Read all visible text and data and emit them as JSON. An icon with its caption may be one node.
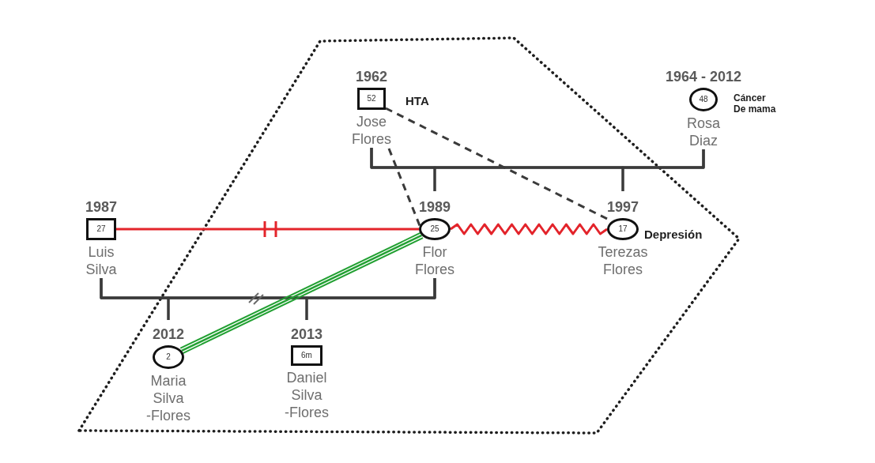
{
  "diagram": {
    "nodes": [
      {
        "text": [
          "1962",
          "52",
          "Jose Flores"
        ],
        "beside": [
          "HTA"
        ]
      },
      {
        "text": [
          "1964 - 2012",
          "48",
          "Rosa Diaz"
        ],
        "beside": [
          "Cáncer De mama"
        ]
      },
      {
        "text": [
          "1987",
          "27",
          "Luis Silva"
        ]
      },
      {
        "text": [
          "1989",
          "25",
          "Flor Flores"
        ]
      },
      {
        "text": [
          "1997",
          "17",
          "Terezas Flores"
        ],
        "beside": [
          "Depresión"
        ]
      },
      {
        "text": [
          "2012",
          "2",
          "Maria Silva -Flores"
        ]
      },
      {
        "text": [
          "2013",
          "6m",
          "Daniel Silva -Flores"
        ]
      }
    ],
    "edges": [
      {
        "from": 0,
        "to": 1,
        "arrow": "none"
      },
      {
        "from": 0,
        "to": 3,
        "arrow": "none"
      },
      {
        "from": 0,
        "to": 4,
        "arrow": "none"
      },
      {
        "from": 1,
        "to": 3,
        "arrow": "none"
      },
      {
        "from": 1,
        "to": 4,
        "arrow": "none"
      },
      {
        "from": 2,
        "to": 3,
        "arrow": "none"
      },
      {
        "from": 2,
        "to": 5,
        "arrow": "none"
      },
      {
        "from": 2,
        "to": 6,
        "arrow": "none"
      },
      {
        "from": 3,
        "to": 5,
        "arrow": "none"
      },
      {
        "from": 3,
        "to": 6,
        "arrow": "none"
      },
      {
        "from": 2,
        "to": 3,
        "arrow": "none",
        "color": "#e3242b"
      },
      {
        "from": 3,
        "to": 4,
        "arrow": "none",
        "color": "#e3242b"
      },
      {
        "from": 3,
        "to": 5,
        "arrow": "none",
        "style": "thick",
        "color": "#22a032"
      },
      {
        "from": 0,
        "to": 3,
        "arrow": "none",
        "style": "dashed"
      },
      {
        "from": 0,
        "to": 4,
        "arrow": "none",
        "style": "dashed"
      }
    ]
  }
}
